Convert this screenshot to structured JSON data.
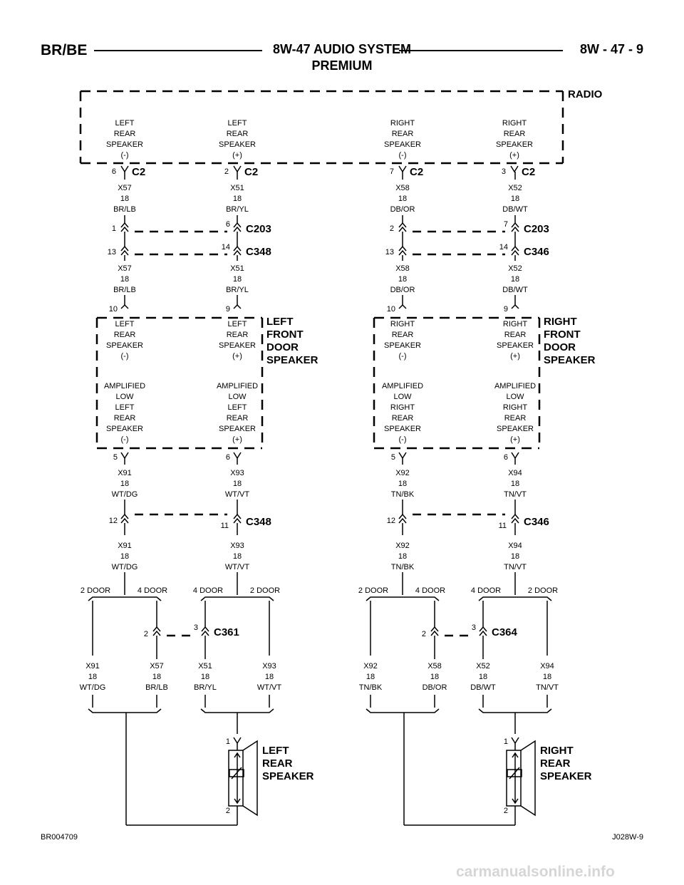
{
  "header": {
    "left": "BR/BE",
    "title": "8W-47 AUDIO SYSTEM",
    "subtitle": "PREMIUM",
    "right": "8W - 47 - 9"
  },
  "footer": {
    "left": "BR004709",
    "right": "J028W-9"
  },
  "watermark": "carmanualsonline.info",
  "radio": {
    "name": "RADIO",
    "pins": [
      {
        "lines": [
          "LEFT",
          "REAR",
          "SPEAKER",
          "(-)"
        ],
        "pin": "6",
        "connector": "C2"
      },
      {
        "lines": [
          "LEFT",
          "REAR",
          "SPEAKER",
          "(+)"
        ],
        "pin": "2",
        "connector": "C2"
      },
      {
        "lines": [
          "RIGHT",
          "REAR",
          "SPEAKER",
          "(-)"
        ],
        "pin": "7",
        "connector": "C2"
      },
      {
        "lines": [
          "RIGHT",
          "REAR",
          "SPEAKER",
          "(+)"
        ],
        "pin": "3",
        "connector": "C2"
      }
    ]
  },
  "sides": [
    {
      "wires_top": [
        [
          "X57",
          "18",
          "BR/LB"
        ],
        [
          "X51",
          "18",
          "BR/YL"
        ]
      ],
      "conn_a": {
        "name": "C203",
        "pin_l": "1",
        "pin_r": "6"
      },
      "conn_b": {
        "name": "C348",
        "pin_l": "13",
        "pin_r": "14"
      },
      "wires_mid": [
        [
          "X57",
          "18",
          "BR/LB"
        ],
        [
          "X51",
          "18",
          "BR/YL"
        ]
      ],
      "door": {
        "title": [
          "LEFT",
          "FRONT",
          "DOOR",
          "SPEAKER"
        ],
        "pins_in": [
          "10",
          "9"
        ],
        "in_labels": [
          [
            "LEFT",
            "REAR",
            "SPEAKER",
            "(-)"
          ],
          [
            "LEFT",
            "REAR",
            "SPEAKER",
            "(+)"
          ]
        ],
        "out_labels": [
          [
            "AMPLIFIED",
            "LOW",
            "LEFT",
            "REAR",
            "SPEAKER",
            "(-)"
          ],
          [
            "AMPLIFIED",
            "LOW",
            "LEFT",
            "REAR",
            "SPEAKER",
            "(+)"
          ]
        ],
        "pins_out": [
          "5",
          "6"
        ]
      },
      "wires_out": [
        [
          "X91",
          "18",
          "WT/DG"
        ],
        [
          "X93",
          "18",
          "WT/VT"
        ]
      ],
      "conn_c": {
        "name": "C348",
        "pin_l": "12",
        "pin_r": "11"
      },
      "wires_low": [
        [
          "X91",
          "18",
          "WT/DG"
        ],
        [
          "X93",
          "18",
          "WT/VT"
        ]
      ],
      "splits": [
        "2 DOOR",
        "4 DOOR",
        "4 DOOR",
        "2 DOOR"
      ],
      "conn_d": {
        "name": "C361",
        "pin_l": "2",
        "pin_r": "3"
      },
      "wires_bottom": [
        [
          "X91",
          "18",
          "WT/DG"
        ],
        [
          "X57",
          "18",
          "BR/LB"
        ],
        [
          "X51",
          "18",
          "BR/YL"
        ],
        [
          "X93",
          "18",
          "WT/VT"
        ]
      ],
      "speaker": {
        "title": [
          "LEFT",
          "REAR",
          "SPEAKER"
        ],
        "pin_top": "1",
        "pin_bottom": "2"
      }
    },
    {
      "wires_top": [
        [
          "X58",
          "18",
          "DB/OR"
        ],
        [
          "X52",
          "18",
          "DB/WT"
        ]
      ],
      "conn_a": {
        "name": "C203",
        "pin_l": "2",
        "pin_r": "7"
      },
      "conn_b": {
        "name": "C346",
        "pin_l": "13",
        "pin_r": "14"
      },
      "wires_mid": [
        [
          "X58",
          "18",
          "DB/OR"
        ],
        [
          "X52",
          "18",
          "DB/WT"
        ]
      ],
      "door": {
        "title": [
          "RIGHT",
          "FRONT",
          "DOOR",
          "SPEAKER"
        ],
        "pins_in": [
          "10",
          "9"
        ],
        "in_labels": [
          [
            "RIGHT",
            "REAR",
            "SPEAKER",
            "(-)"
          ],
          [
            "RIGHT",
            "REAR",
            "SPEAKER",
            "(+)"
          ]
        ],
        "out_labels": [
          [
            "AMPLIFIED",
            "LOW",
            "RIGHT",
            "REAR",
            "SPEAKER",
            "(-)"
          ],
          [
            "AMPLIFIED",
            "LOW",
            "RIGHT",
            "REAR",
            "SPEAKER",
            "(+)"
          ]
        ],
        "pins_out": [
          "5",
          "6"
        ]
      },
      "wires_out": [
        [
          "X92",
          "18",
          "TN/BK"
        ],
        [
          "X94",
          "18",
          "TN/VT"
        ]
      ],
      "conn_c": {
        "name": "C346",
        "pin_l": "12",
        "pin_r": "11"
      },
      "wires_low": [
        [
          "X92",
          "18",
          "TN/BK"
        ],
        [
          "X94",
          "18",
          "TN/VT"
        ]
      ],
      "splits": [
        "2 DOOR",
        "4 DOOR",
        "4 DOOR",
        "2 DOOR"
      ],
      "conn_d": {
        "name": "C364",
        "pin_l": "2",
        "pin_r": "3"
      },
      "wires_bottom": [
        [
          "X92",
          "18",
          "TN/BK"
        ],
        [
          "X58",
          "18",
          "DB/OR"
        ],
        [
          "X52",
          "18",
          "DB/WT"
        ],
        [
          "X94",
          "18",
          "TN/VT"
        ]
      ],
      "speaker": {
        "title": [
          "RIGHT",
          "REAR",
          "SPEAKER"
        ],
        "pin_top": "1",
        "pin_bottom": "2"
      }
    }
  ]
}
